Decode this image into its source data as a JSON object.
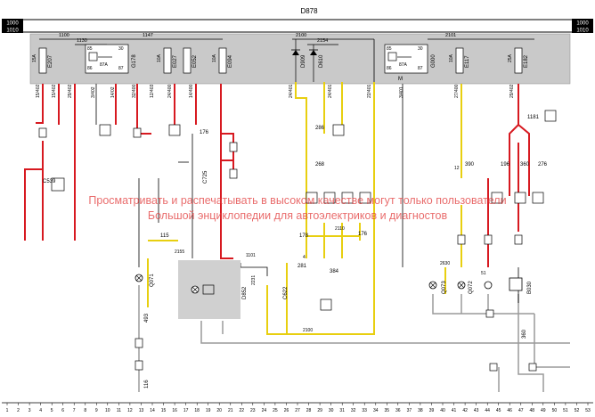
{
  "header": {
    "ref_id": "D878",
    "bus_1000": "1000",
    "bus_1010": "1010",
    "bus_1000_right": "1000",
    "bus_1010_right": "1010"
  },
  "watermark": {
    "line1": "Просматривать и распечатывать в высоком качестве могут только пользователи",
    "line2": "Большой энциклопедии для автоэлектриков и диагностов"
  },
  "colors": {
    "wire_red": "#d71920",
    "wire_yellow": "#e8cf10",
    "wire_gray": "#9a9a9a",
    "panel_gray": "#c9c9c9",
    "body_gray": "#d0d0d0"
  },
  "top_wires": [
    "1100",
    "1130",
    "1147",
    "2100",
    "2154",
    "2101"
  ],
  "fuses": [
    {
      "amp": "15A",
      "id": "E207"
    },
    {
      "amp": "10A",
      "id": "E027"
    },
    {
      "amp": "",
      "id": "E052"
    },
    {
      "amp": "10A",
      "id": "E094"
    },
    {
      "amp": "10A",
      "id": "E117"
    },
    {
      "amp": "25A",
      "id": "E182"
    }
  ],
  "relays": [
    {
      "id": "G178",
      "pins": [
        "85",
        "30",
        "86",
        "87A",
        "87"
      ]
    },
    {
      "id": "G000",
      "pins": [
        "85",
        "30",
        "86",
        "87A",
        "87"
      ]
    }
  ],
  "diodes": [
    "D909",
    "D610"
  ],
  "relay_marker": "M",
  "vertical_codes": [
    "15/402",
    "15/402",
    "29/402",
    "3/402",
    "14/02",
    "32/400",
    "12/403",
    "24/400",
    "14/400",
    "24/401",
    "24/401",
    "22/401",
    "3/401",
    "27/400",
    "29/402"
  ],
  "connectors": {
    "c539": "C539",
    "c725": "C725",
    "c622": "C622",
    "d852": "D852",
    "b030": "B030"
  },
  "components": [
    {
      "id": "Q071",
      "label": "Q071"
    },
    {
      "id": "Q072",
      "label": "Q072"
    },
    {
      "id": "Q073",
      "label": "Q073"
    }
  ],
  "labels": {
    "n176": "176",
    "n286": "286",
    "n268": "268",
    "n196": "196",
    "n360a": "360",
    "n276": "276",
    "n390": "390",
    "n1181": "1181",
    "n115": "115",
    "n178": "178",
    "n281": "281",
    "n384": "384",
    "n116": "116",
    "n493": "493",
    "n176b": "176",
    "n2155": "2155",
    "n2110": "2110",
    "n2100": "2100",
    "n1101": "1101",
    "n2630": "2630",
    "n51": "51",
    "n12": "12",
    "n4": "4",
    "n360b": "360",
    "n2231": "2231"
  },
  "bottom_ruler": [
    "1",
    "2",
    "3",
    "4",
    "5",
    "6",
    "7",
    "8",
    "9",
    "10",
    "11",
    "12",
    "13",
    "14",
    "15",
    "16",
    "17",
    "18",
    "19",
    "20",
    "21",
    "22",
    "23",
    "24",
    "25",
    "26",
    "27",
    "28",
    "29",
    "30",
    "31",
    "32",
    "33",
    "34",
    "35",
    "36",
    "37",
    "38",
    "39",
    "40",
    "41",
    "42",
    "43",
    "44",
    "45",
    "46",
    "47",
    "48",
    "49",
    "50",
    "51",
    "52",
    "53"
  ]
}
